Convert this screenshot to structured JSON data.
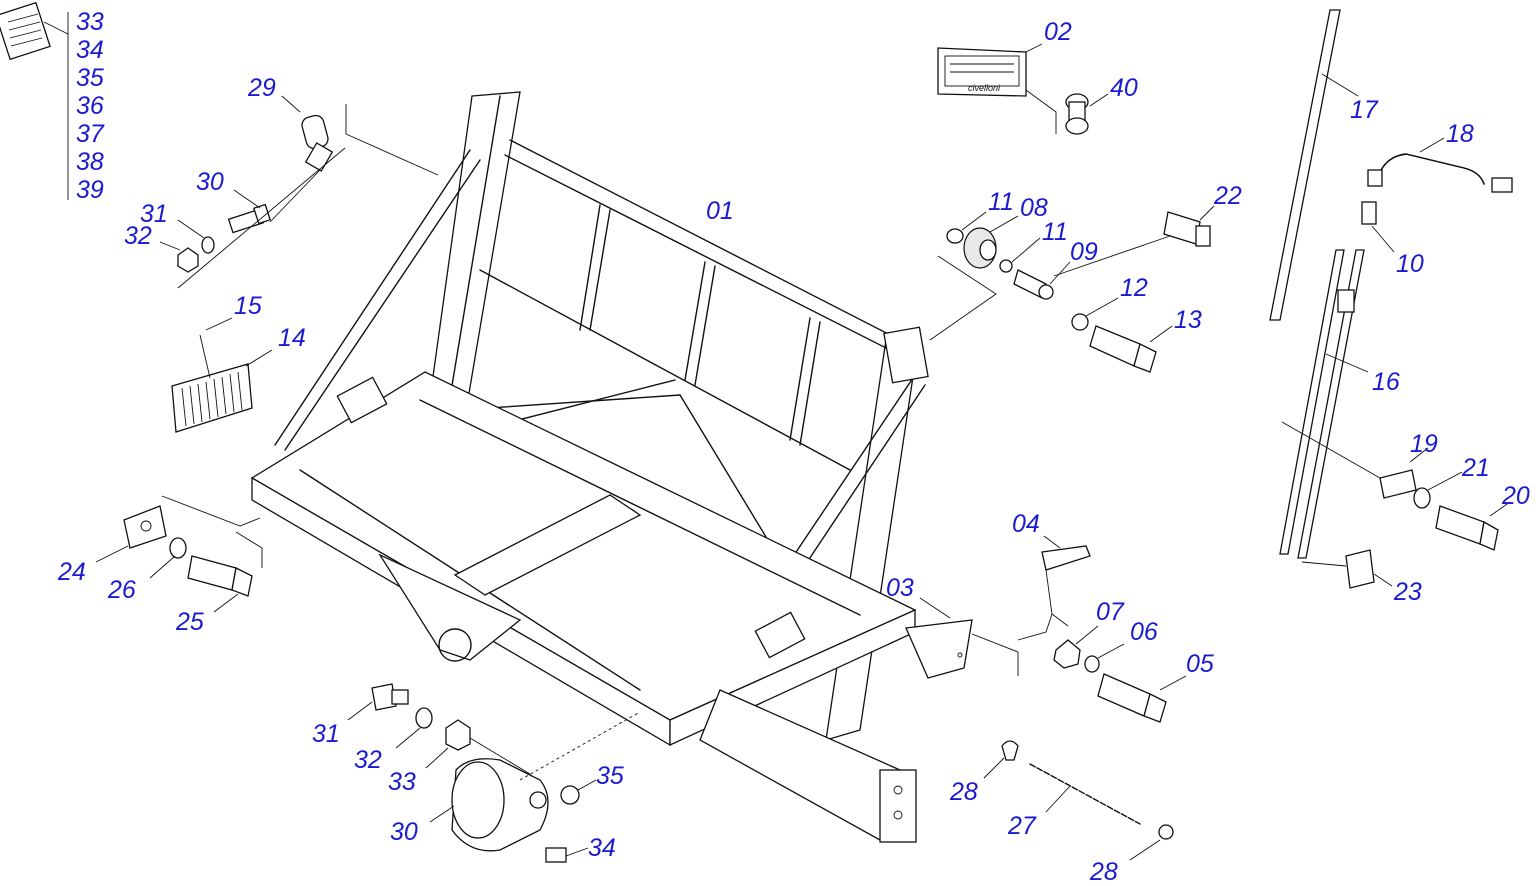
{
  "diagram": {
    "type": "exploded-parts-view",
    "callouts": [
      {
        "id": "c01",
        "text": "01"
      },
      {
        "id": "c02",
        "text": "02"
      },
      {
        "id": "c03",
        "text": "03"
      },
      {
        "id": "c04",
        "text": "04"
      },
      {
        "id": "c05",
        "text": "05"
      },
      {
        "id": "c06",
        "text": "06"
      },
      {
        "id": "c07",
        "text": "07"
      },
      {
        "id": "c08",
        "text": "08"
      },
      {
        "id": "c09",
        "text": "09"
      },
      {
        "id": "c10",
        "text": "10"
      },
      {
        "id": "c11a",
        "text": "11"
      },
      {
        "id": "c11b",
        "text": "11"
      },
      {
        "id": "c12",
        "text": "12"
      },
      {
        "id": "c13",
        "text": "13"
      },
      {
        "id": "c14",
        "text": "14"
      },
      {
        "id": "c15",
        "text": "15"
      },
      {
        "id": "c16",
        "text": "16"
      },
      {
        "id": "c17",
        "text": "17"
      },
      {
        "id": "c18",
        "text": "18"
      },
      {
        "id": "c19",
        "text": "19"
      },
      {
        "id": "c20",
        "text": "20"
      },
      {
        "id": "c21",
        "text": "21"
      },
      {
        "id": "c22",
        "text": "22"
      },
      {
        "id": "c23",
        "text": "23"
      },
      {
        "id": "c24",
        "text": "24"
      },
      {
        "id": "c25",
        "text": "25"
      },
      {
        "id": "c26",
        "text": "26"
      },
      {
        "id": "c27",
        "text": "27"
      },
      {
        "id": "c28a",
        "text": "28"
      },
      {
        "id": "c28b",
        "text": "28"
      },
      {
        "id": "c29",
        "text": "29"
      },
      {
        "id": "c30a",
        "text": "30"
      },
      {
        "id": "c30b",
        "text": "30"
      },
      {
        "id": "c31a",
        "text": "31"
      },
      {
        "id": "c31b",
        "text": "31"
      },
      {
        "id": "c32a",
        "text": "32"
      },
      {
        "id": "c32b",
        "text": "32"
      },
      {
        "id": "c33a",
        "text": "33"
      },
      {
        "id": "c33b",
        "text": "33"
      },
      {
        "id": "c34a",
        "text": "34"
      },
      {
        "id": "c34b",
        "text": "34"
      },
      {
        "id": "c35a",
        "text": "35"
      },
      {
        "id": "c35b",
        "text": "35"
      },
      {
        "id": "c36",
        "text": "36"
      },
      {
        "id": "c37",
        "text": "37"
      },
      {
        "id": "c38",
        "text": "38"
      },
      {
        "id": "c39",
        "text": "39"
      },
      {
        "id": "c40",
        "text": "40"
      }
    ],
    "plate_text": "civelloni",
    "label_color": "#1a1ad0"
  }
}
